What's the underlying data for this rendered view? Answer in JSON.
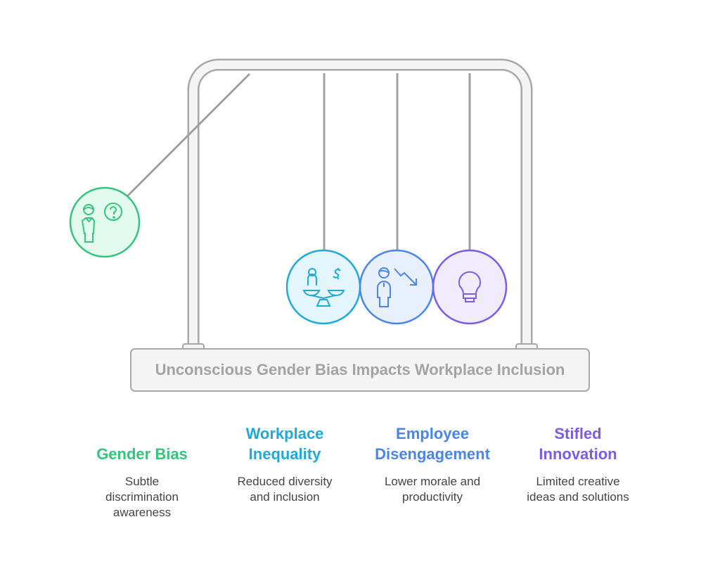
{
  "title": "Unconscious Gender Bias Impacts Workplace Inclusion",
  "items": [
    {
      "heading_lines": [
        "Gender Bias"
      ],
      "description_lines": [
        "Subtle",
        "discrimination",
        "awareness"
      ],
      "color": "#34c47c",
      "fill": "#e3fbee",
      "icon": "woman-question-icon"
    },
    {
      "heading_lines": [
        "Workplace",
        "Inequality"
      ],
      "description_lines": [
        "Reduced diversity",
        "and inclusion"
      ],
      "color": "#1fa9d9",
      "fill": "#e4f6fd",
      "icon": "scale-dollar-icon"
    },
    {
      "heading_lines": [
        "Employee",
        "Disengagement"
      ],
      "description_lines": [
        "Lower morale and",
        "productivity"
      ],
      "color": "#4a86e8",
      "fill": "#e9f0fd",
      "icon": "person-trend-down-icon"
    },
    {
      "heading_lines": [
        "Stifled",
        "Innovation"
      ],
      "description_lines": [
        "Limited creative",
        "ideas and solutions"
      ],
      "color": "#7a5ce6",
      "fill": "#f0ecfc",
      "icon": "lightbulb-icon"
    }
  ]
}
